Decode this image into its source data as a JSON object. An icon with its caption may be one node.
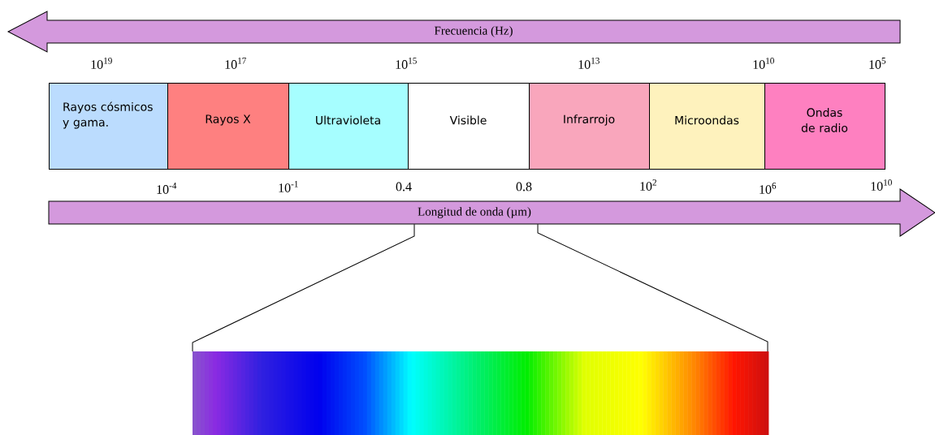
{
  "diagram": {
    "nodes": [
      {
        "text": [
          "Frecuencia (Hz)"
        ]
      },
      {
        "text": [
          "Rayos cósmicos y gama."
        ]
      },
      {
        "text": [
          "Rayos X"
        ]
      },
      {
        "text": [
          "Ultravioleta"
        ]
      },
      {
        "text": [
          "Visible"
        ]
      },
      {
        "text": [
          "Infrarrojo"
        ]
      },
      {
        "text": [
          "Microondas"
        ]
      },
      {
        "text": [
          "Ondas de radio"
        ]
      },
      {
        "text": [
          "Longitud de onda (µm)"
        ]
      },
      {
        "text": [],
        "shape": "bar"
      }
    ],
    "edges": [
      {
        "from": 8,
        "to": 9,
        "arrow": "none"
      },
      {
        "from": 8,
        "to": 9,
        "arrow": "none"
      }
    ],
    "labels": [
      "10$^{19}$",
      "10$^{17}$",
      "10$^{15}$",
      "10$^{13}$",
      "10$^{10}$",
      "10$^{5}$",
      "10$^{-4}$",
      "10$^{-1}$",
      "0.4",
      "0.8",
      "10$^{2}$",
      "10$^{6}$",
      "10$^{10}$"
    ]
  }
}
